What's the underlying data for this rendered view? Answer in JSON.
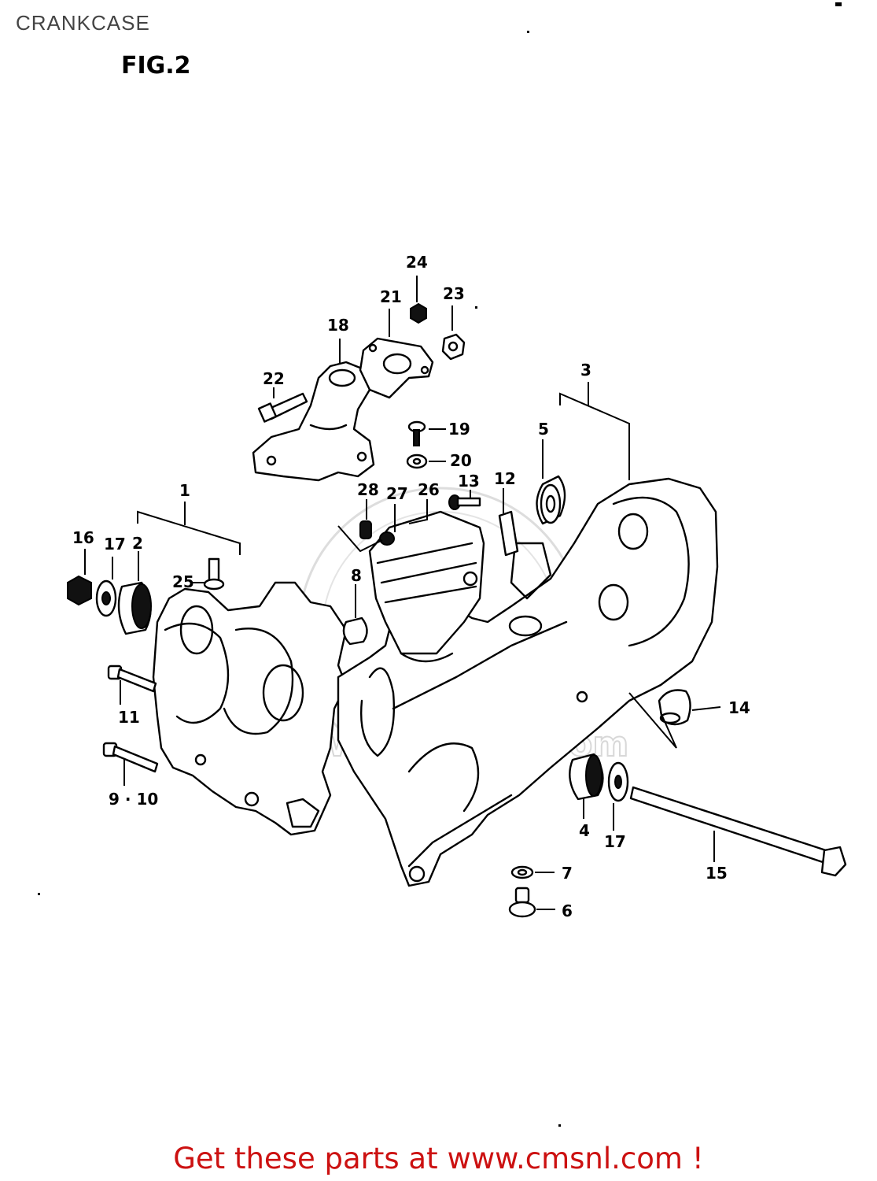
{
  "header": {
    "title": "CRANKCASE",
    "figure": "FIG.2"
  },
  "watermark": "www.cmsnl.com",
  "callouts": [
    {
      "id": "c1",
      "text": "1"
    },
    {
      "id": "c2",
      "text": "2"
    },
    {
      "id": "c3",
      "text": "3"
    },
    {
      "id": "c4",
      "text": "4"
    },
    {
      "id": "c5",
      "text": "5"
    },
    {
      "id": "c6",
      "text": "6"
    },
    {
      "id": "c7",
      "text": "7"
    },
    {
      "id": "c8",
      "text": "8"
    },
    {
      "id": "c9_10",
      "text": "9 · 10"
    },
    {
      "id": "c11",
      "text": "11"
    },
    {
      "id": "c12",
      "text": "12"
    },
    {
      "id": "c13",
      "text": "13"
    },
    {
      "id": "c14",
      "text": "14"
    },
    {
      "id": "c15",
      "text": "15"
    },
    {
      "id": "c16",
      "text": "16"
    },
    {
      "id": "c17a",
      "text": "17"
    },
    {
      "id": "c17b",
      "text": "17"
    },
    {
      "id": "c18",
      "text": "18"
    },
    {
      "id": "c19",
      "text": "19"
    },
    {
      "id": "c20",
      "text": "20"
    },
    {
      "id": "c21",
      "text": "21"
    },
    {
      "id": "c22",
      "text": "22"
    },
    {
      "id": "c23",
      "text": "23"
    },
    {
      "id": "c24",
      "text": "24"
    },
    {
      "id": "c25",
      "text": "25"
    },
    {
      "id": "c26",
      "text": "26"
    },
    {
      "id": "c27",
      "text": "27"
    },
    {
      "id": "c28",
      "text": "28"
    }
  ],
  "footer": {
    "prefix": "Get these parts at",
    "link": "www.cmsnl.com",
    "suffix": "!"
  }
}
